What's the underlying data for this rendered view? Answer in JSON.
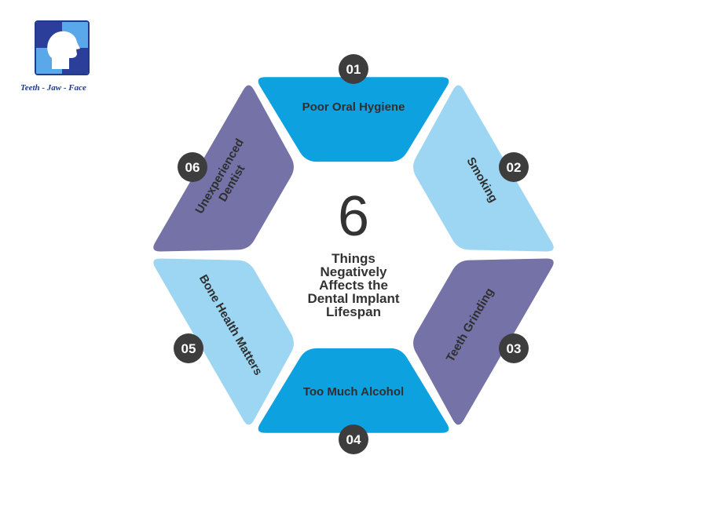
{
  "logo": {
    "tagline": "Teeth - Jaw - Face"
  },
  "center": {
    "number": "6",
    "lines": [
      "Things",
      "Negatively",
      "Affects the",
      "Dental Implant",
      "Lifespan"
    ]
  },
  "segments": [
    {
      "number": "01",
      "label": "Poor Oral Hygiene",
      "color": "#0ea1e0"
    },
    {
      "number": "02",
      "label": "Smoking",
      "color": "#9dd6f2"
    },
    {
      "number": "03",
      "label": "Teeth Grinding",
      "color": "#7472a6"
    },
    {
      "number": "04",
      "label": "Too Much Alcohol",
      "color": "#0ea1e0"
    },
    {
      "number": "05",
      "label": "Bone Health Matters",
      "color": "#9dd6f2"
    },
    {
      "number": "06",
      "label": "Unexperienced Dentist",
      "color": "#7472a6"
    }
  ],
  "colors": {
    "badge": "#3d3d3d",
    "badge_text": "#ffffff",
    "label_text": "#2f2f2f",
    "center_text": "#333333",
    "logo_dark": "#1f3b8a",
    "logo_light": "#4a90e2"
  }
}
